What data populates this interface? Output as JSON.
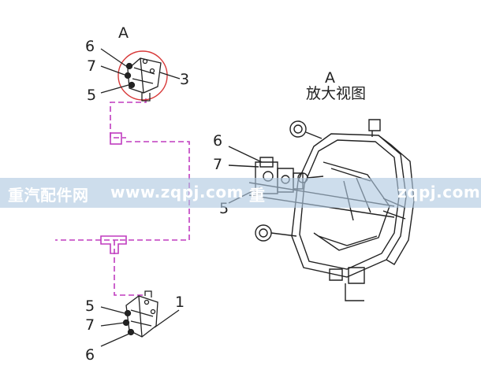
{
  "diagram": {
    "label_a_top": "A",
    "label_a_right": "A",
    "label_enlarged": "放大视图",
    "callouts_top": {
      "n6": "6",
      "n7": "7",
      "n5": "5",
      "n3": "3"
    },
    "callouts_detail": {
      "n6": "6",
      "n7": "7",
      "n5": "5"
    },
    "callouts_bottom": {
      "n5": "5",
      "n7": "7",
      "n6": "6",
      "n1": "1"
    }
  },
  "watermark": {
    "left": "重汽配件网",
    "url_left": "www.zqpj.com",
    "url_right": "zqpj.com",
    "mid": "重"
  },
  "colors": {
    "pipe": "#c03cbf",
    "line": "#222222",
    "circle": "#d83a3a",
    "watermark_band": "#afc8e1"
  }
}
